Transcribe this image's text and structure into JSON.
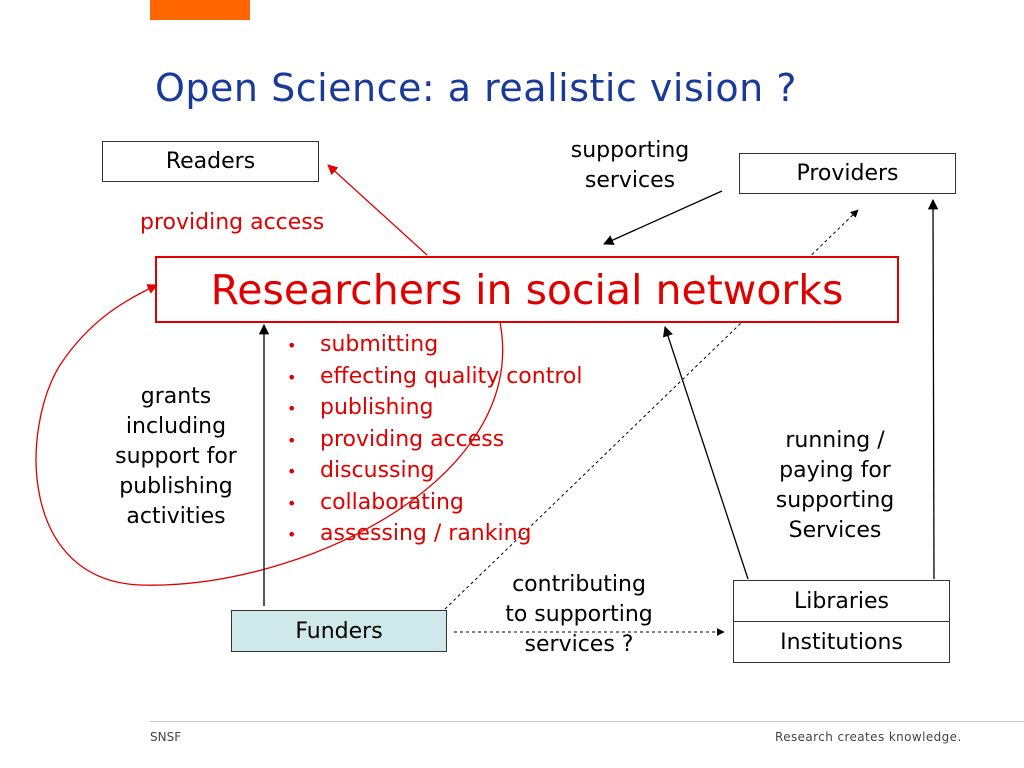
{
  "title": "Open Science: a realistic vision ?",
  "nodes": {
    "readers": "Readers",
    "providers": "Providers",
    "researchers": "Researchers in social networks",
    "funders": "Funders",
    "libraries": "Libraries",
    "institutions": "Institutions"
  },
  "labels": {
    "supporting_services": [
      "supporting",
      "services"
    ],
    "providing_access": "providing access",
    "grants": [
      "grants",
      "including",
      "support for",
      "publishing",
      "activities"
    ],
    "running": [
      "running /",
      "paying for",
      "supporting",
      "Services"
    ],
    "contributing": [
      "contributing",
      "to supporting",
      "services ?"
    ]
  },
  "activities": [
    "submitting",
    "effecting quality control",
    "publishing",
    "providing access",
    "discussing",
    "collaborating",
    "assessing / ranking"
  ],
  "footer": {
    "left": "SNSF",
    "right": "Research creates knowledge."
  },
  "colors": {
    "accent": "#ff6600",
    "title": "#1a3a99",
    "highlight": "#e00000",
    "funders_fill": "#cfe9ea"
  }
}
